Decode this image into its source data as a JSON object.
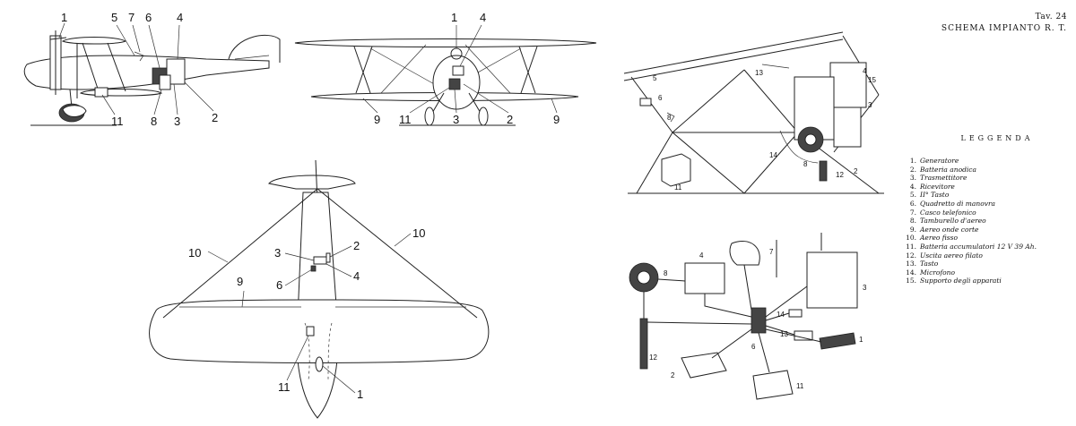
{
  "plate": {
    "number": "Tav. 24",
    "title": "SCHEMA IMPIANTO R. T."
  },
  "legend": {
    "heading": "LEGGENDA",
    "items": [
      {
        "n": "1.",
        "text": "Generatore"
      },
      {
        "n": "2.",
        "text": "Batteria anodica"
      },
      {
        "n": "3.",
        "text": "Trasmettitore"
      },
      {
        "n": "4.",
        "text": "Ricevitore"
      },
      {
        "n": "5.",
        "text": "II° Tasto"
      },
      {
        "n": "6.",
        "text": "Quadretto di manovra"
      },
      {
        "n": "7.",
        "text": "Casco telefonico"
      },
      {
        "n": "8.",
        "text": "Tamburello d'aereo"
      },
      {
        "n": "9.",
        "text": "Aereo onde corte"
      },
      {
        "n": "10.",
        "text": "Aereo fisso"
      },
      {
        "n": "11.",
        "text": "Batteria accumulatori 12 V 39 Ah."
      },
      {
        "n": "12.",
        "text": "Uscita aereo filato"
      },
      {
        "n": "13.",
        "text": "Tasto"
      },
      {
        "n": "14.",
        "text": "Microfono"
      },
      {
        "n": "15.",
        "text": "Supporto degli apparati"
      }
    ]
  },
  "callouts": {
    "side": [
      "1",
      "5",
      "7",
      "6",
      "4",
      "11",
      "8",
      "3",
      "2"
    ],
    "front": [
      "1",
      "4",
      "9",
      "11",
      "3",
      "2",
      "9"
    ],
    "top": [
      "10",
      "10",
      "3",
      "2",
      "6",
      "4",
      "9",
      "11",
      "1"
    ],
    "cockpit": [
      "5",
      "6",
      "8",
      "13",
      "4",
      "15",
      "3",
      "14",
      "8",
      "2",
      "12",
      "11"
    ],
    "wiring": [
      "8",
      "4",
      "7",
      "3",
      "14",
      "13",
      "1",
      "12",
      "6",
      "2",
      "11"
    ]
  }
}
